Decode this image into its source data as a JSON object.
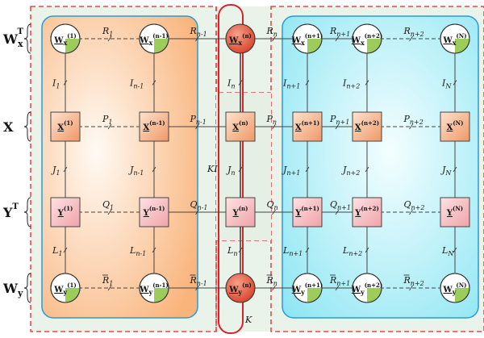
{
  "row_labels": [
    {
      "main": "W",
      "sub": "x",
      "sup": "T"
    },
    {
      "main": "X",
      "sub": "",
      "sup": ""
    },
    {
      "main": "Y",
      "sub": "",
      "sup": "T"
    },
    {
      "main": "W",
      "sub": "y",
      "sup": ""
    }
  ],
  "columns": [
    {
      "sup": "(1)",
      "wx": "W",
      "x": "X",
      "y": "Y",
      "wy": "W",
      "I": "I",
      "I_sub": "1",
      "J": "J",
      "J_sub": "1",
      "L": "L",
      "L_sub": "1",
      "R": "R",
      "R_sub": "1",
      "P": "P",
      "P_sub": "1",
      "Q": "Q",
      "Q_sub": "1",
      "Rb": "R",
      "Rb_sub": "1"
    },
    {
      "sup": "(n-1)",
      "wx": "W",
      "x": "X",
      "y": "Y",
      "wy": "W",
      "I": "I",
      "I_sub": "n-1",
      "J": "J",
      "J_sub": "n-1",
      "L": "L",
      "L_sub": "n-1",
      "R": "R",
      "R_sub": "n-1",
      "P": "P",
      "P_sub": "n-1",
      "Q": "Q",
      "Q_sub": "n-1",
      "Rb": "R",
      "Rb_sub": "n-1"
    },
    {
      "sup": "(n)",
      "wx": "W",
      "x": "X",
      "y": "Y",
      "wy": "W",
      "I": "I",
      "I_sub": "n",
      "J": "J",
      "J_sub": "n",
      "L": "L",
      "L_sub": "n",
      "R": "R",
      "R_sub": "n",
      "P": "P",
      "P_sub": "n",
      "Q": "Q",
      "Q_sub": "n",
      "Rb": "R",
      "Rb_sub": "n"
    },
    {
      "sup": "(n+1)",
      "wx": "W",
      "x": "X",
      "y": "Y",
      "wy": "W",
      "I": "I",
      "I_sub": "n+1",
      "J": "J",
      "J_sub": "n+1",
      "L": "L",
      "L_sub": "n+1",
      "R": "R",
      "R_sub": "n+1",
      "P": "P",
      "P_sub": "n+1",
      "Q": "Q",
      "Q_sub": "n+1",
      "Rb": "R",
      "Rb_sub": "n+1"
    },
    {
      "sup": "(n+2)",
      "wx": "W",
      "x": "X",
      "y": "Y",
      "wy": "W",
      "I": "I",
      "I_sub": "n+2",
      "J": "J",
      "J_sub": "n+2",
      "L": "L",
      "L_sub": "n+2",
      "R": "R",
      "R_sub": "n+2",
      "P": "P",
      "P_sub": "n+2",
      "Q": "Q",
      "Q_sub": "n+2",
      "Rb": "R",
      "Rb_sub": "n+2"
    },
    {
      "sup": "(N)",
      "wx": "W",
      "x": "X",
      "y": "Y",
      "wy": "W",
      "I": "I",
      "I_sub": "N",
      "J": "J",
      "J_sub": "N",
      "L": "L",
      "L_sub": "N"
    }
  ],
  "center_labels": {
    "KI": "KI",
    "K": "K"
  },
  "colors": {
    "left_panel": "#fbc79c",
    "right_panel": "#aeeef5",
    "panel_border": "#2a9ad6",
    "dashed_border": "#e0262b",
    "center_band": "#e8f3e8",
    "red_box": "#d8232a",
    "square_orange": "#f3b38a",
    "square_pink": "#f6c0c3",
    "circle_green": "#9ccc5a",
    "circle_red": "#e2513b"
  }
}
